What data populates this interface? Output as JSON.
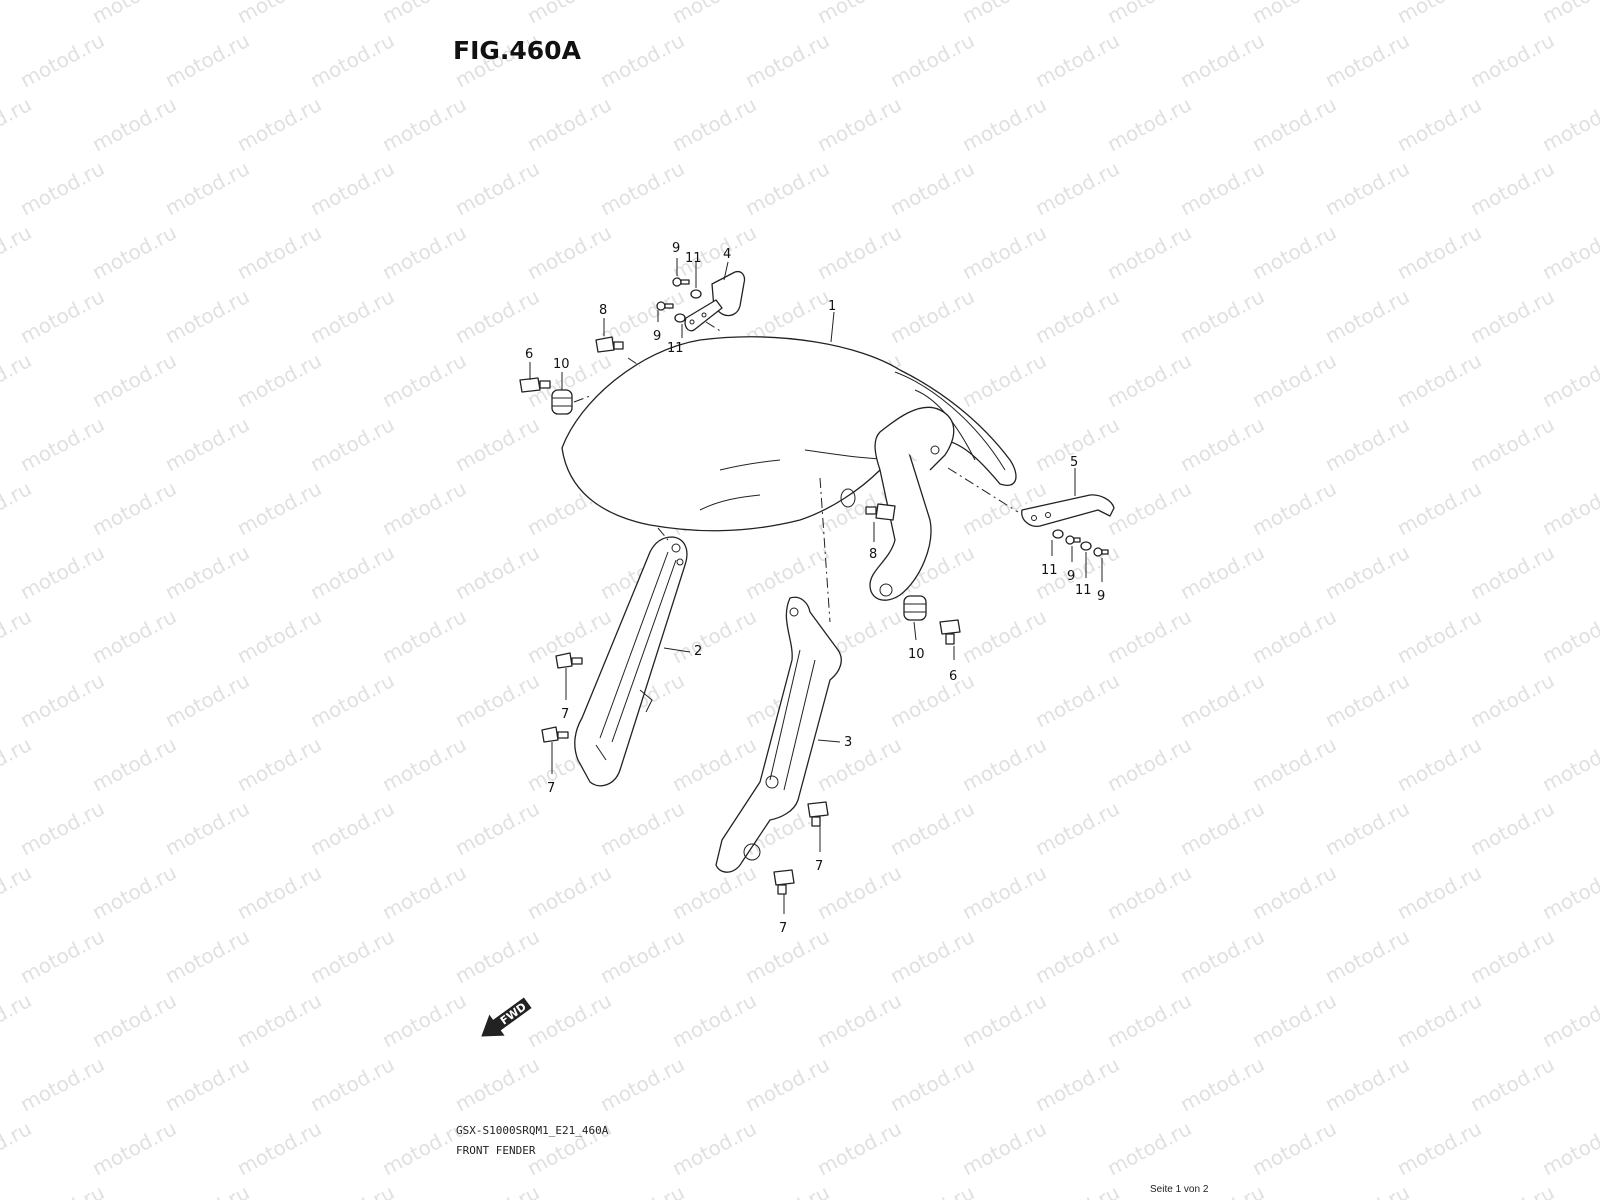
{
  "watermark_text": "motod.ru",
  "figure_title": "FIG.460A",
  "footer": {
    "code": "GSX-S1000SRQM1_E21_460A",
    "name": "FRONT FENDER"
  },
  "page_indicator": "Seite 1 von 2",
  "fwd_label": "FWD",
  "colors": {
    "line": "#222222",
    "watermark": "#c8c8c8",
    "background": "#ffffff"
  },
  "callouts": {
    "c1": "1",
    "c2": "2",
    "c3": "3",
    "c4": "4",
    "c5": "5",
    "c6a": "6",
    "c6b": "6",
    "c7a": "7",
    "c7b": "7",
    "c7c": "7",
    "c7d": "7",
    "c8a": "8",
    "c8b": "8",
    "c9a": "9",
    "c9b": "9",
    "c9c": "9",
    "c9d": "9",
    "c10a": "10",
    "c10b": "10",
    "c11a": "11",
    "c11b": "11",
    "c11c": "11",
    "c11d": "11"
  }
}
